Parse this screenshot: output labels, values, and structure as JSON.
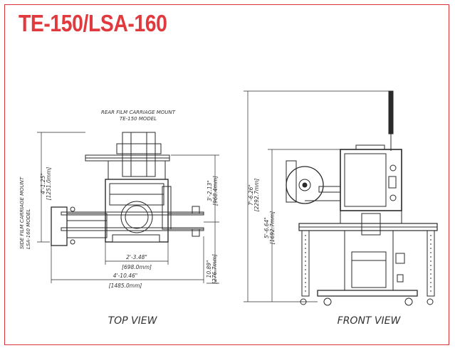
{
  "title": "TE-150/LSA-160",
  "top_view": {
    "label": "TOP VIEW",
    "rear_mount_line1": "REAR FILM CARRIAGE MOUNT",
    "rear_mount_line2": "TE-150 MODEL",
    "side_mount_line1": "SIDE FILM CARRIAGE MOUNT",
    "side_mount_line2": "LSA-160 MODEL",
    "dim_left": "4'-1.25\"",
    "dim_left_mm": "[1251.0mm]",
    "dim_right": "3'-2.13\"",
    "dim_right_mm": "[968.4mm]",
    "dim_inner": "2'-3.48\"",
    "dim_inner_mm": "[698.0mm]",
    "dim_bottom": "4'-10.46\"",
    "dim_bottom_mm": "[1485.0mm]",
    "dim_small": "10.89\"",
    "dim_small_mm": "[276.7mm]"
  },
  "front_view": {
    "label": "FRONT VIEW",
    "dim_overall": "7'-6.26\"",
    "dim_overall_mm": "[2292.7mm]",
    "dim_table": "5'-6.64\"",
    "dim_table_mm": "[1692.7mm]"
  },
  "colors": {
    "accent": "#e03a3e",
    "line": "#2a2a2a"
  }
}
